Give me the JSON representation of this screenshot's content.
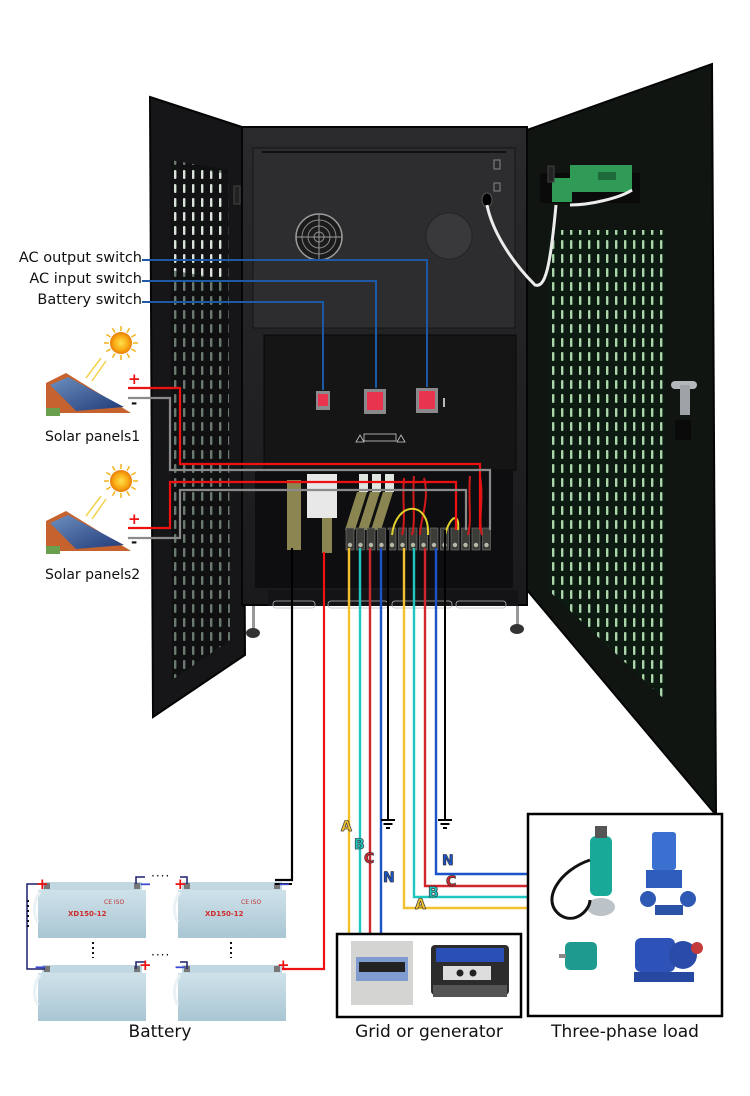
{
  "switch_callouts": [
    {
      "label": "AC output switch",
      "target": "ac-output"
    },
    {
      "label": "AC input switch",
      "target": "ac-input"
    },
    {
      "label": "Battery switch",
      "target": "battery"
    }
  ],
  "solar": {
    "panel1_label": "Solar panels1",
    "panel2_label": "Solar panels2",
    "positive_symbol": "+",
    "negative_symbol": "-"
  },
  "battery": {
    "caption": "Battery",
    "model_text": "XD150-12",
    "cert_text": "CE ISO",
    "positive_symbol": "+",
    "negative_symbol": "−",
    "ellipsis": "····"
  },
  "grid": {
    "caption": "Grid or generator"
  },
  "load": {
    "caption": "Three-phase load"
  },
  "phases": {
    "input": [
      "A",
      "B",
      "C",
      "N"
    ],
    "output": [
      "N",
      "C",
      "B",
      "A"
    ]
  },
  "colors": {
    "phase_a": "#f2c12e",
    "phase_b": "#1fc7c0",
    "phase_c": "#d0262e",
    "neutral": "#1b54c8",
    "callout_line": "#1c5aa6",
    "positive": "#ee1111",
    "negative": "#8a8a8a",
    "cabinet": "#1b1b1d",
    "switch_red": "#e8344e"
  }
}
